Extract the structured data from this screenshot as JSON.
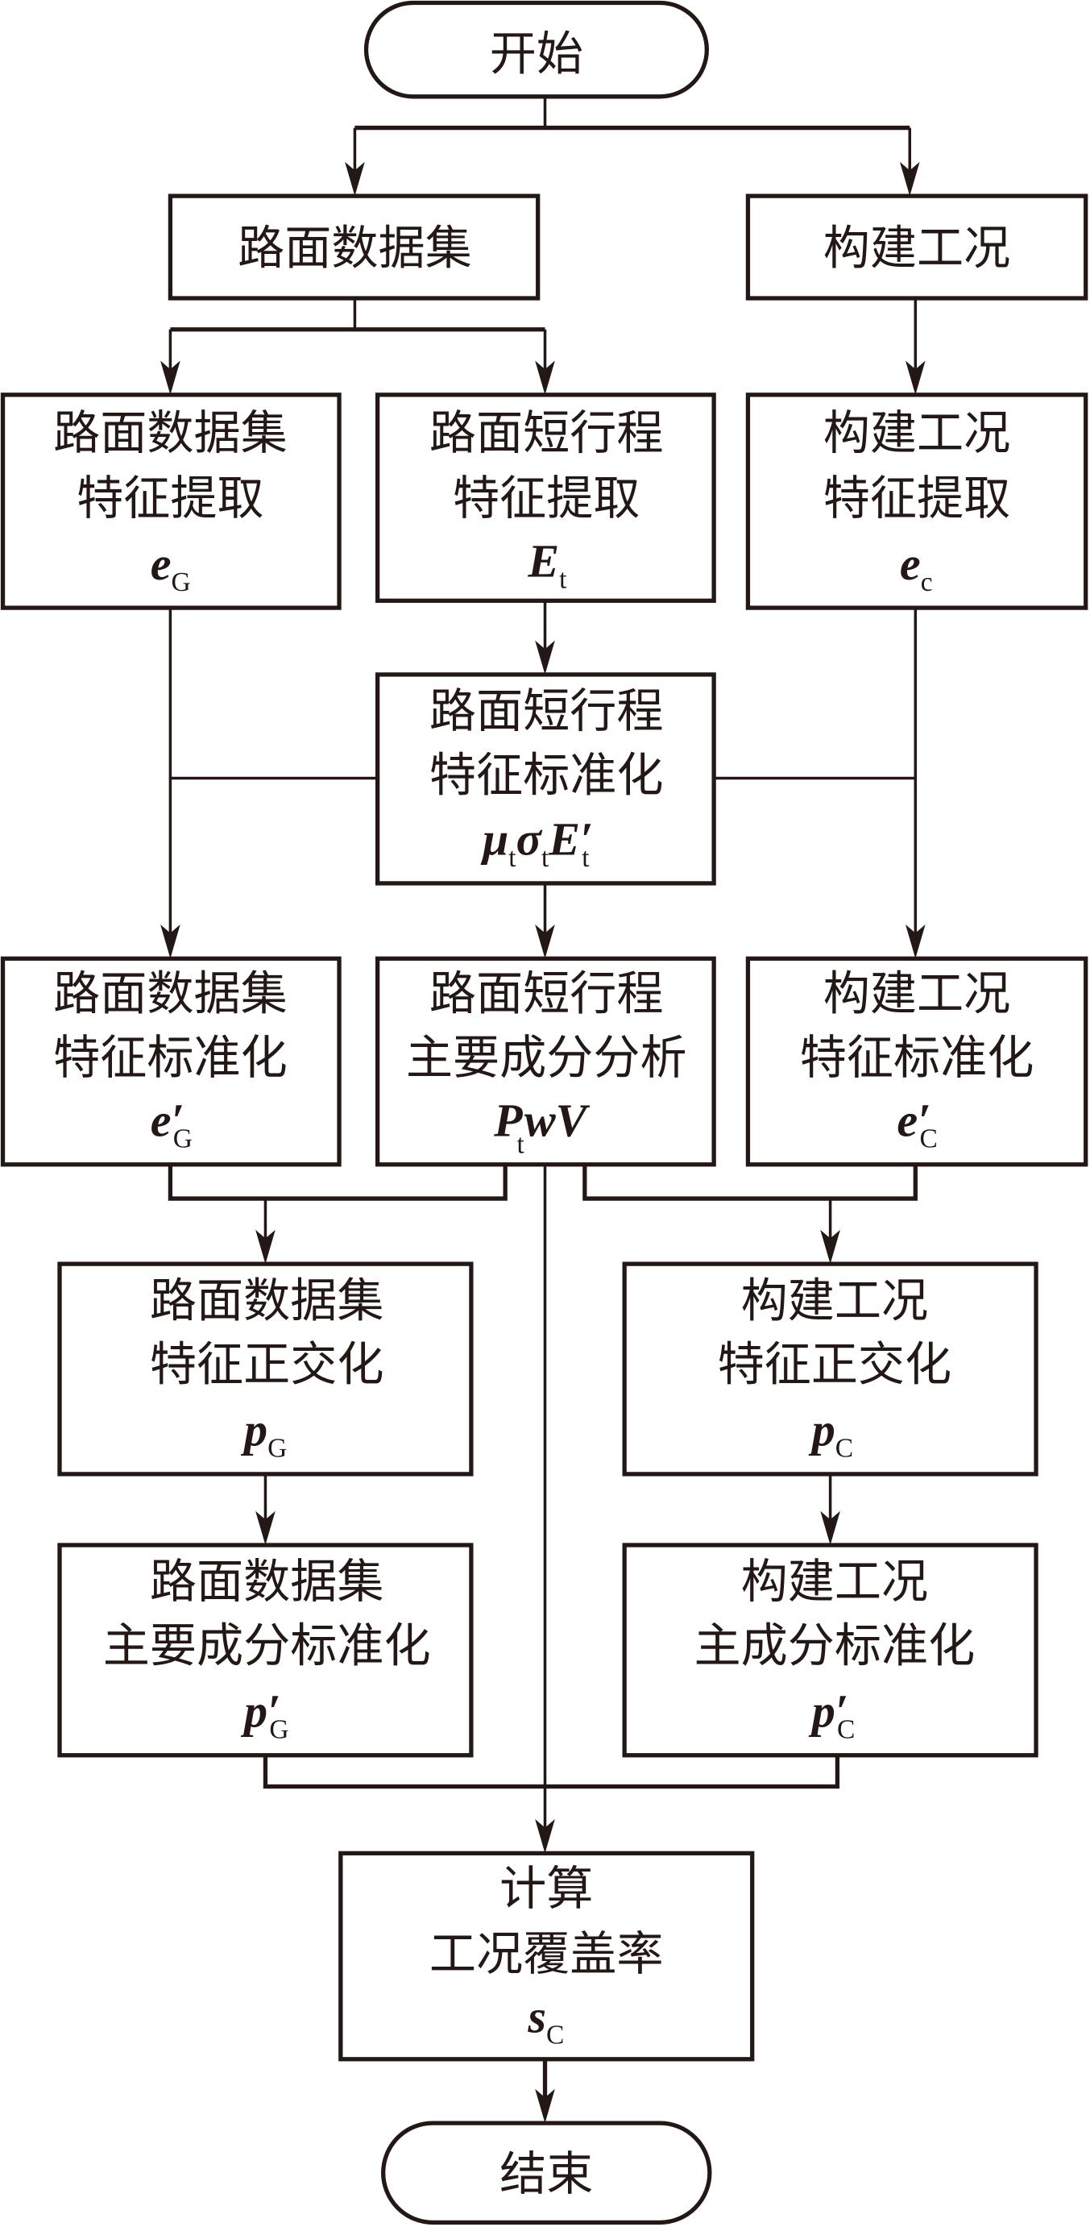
{
  "title": "工况覆盖率计算流程图",
  "nodes": {
    "start": {
      "label": "开始"
    },
    "road_dataset": {
      "label": "路面数据集"
    },
    "build_condition": {
      "label": "构建工况"
    },
    "road_feat_extract": {
      "lines": [
        "路面数据集",
        "特征提取"
      ],
      "sym": "e",
      "sub": "G",
      "prime": ""
    },
    "short_trip_extract": {
      "lines": [
        "路面短行程",
        "特征提取"
      ],
      "sym": "E",
      "sub": "t",
      "prime": ""
    },
    "cond_feat_extract": {
      "lines": [
        "构建工况",
        "特征提取"
      ],
      "sym": "e",
      "sub": "c",
      "prime": ""
    },
    "short_trip_std": {
      "lines": [
        "路面短行程",
        "特征标准化"
      ],
      "sym_parts": [
        {
          "s": "μ",
          "sub": "t"
        },
        {
          "s": "σ",
          "sub": "t"
        },
        {
          "s": "E′",
          "sub": "t"
        }
      ]
    },
    "road_feat_std": {
      "lines": [
        "路面数据集",
        "特征标准化"
      ],
      "sym": "e′",
      "sub": "G"
    },
    "short_trip_pca": {
      "lines": [
        "路面短行程",
        "主要成分分析"
      ],
      "sym_parts": [
        {
          "s": "P",
          "sub": "t"
        },
        {
          "s": "wV",
          "sub": ""
        }
      ]
    },
    "cond_feat_std": {
      "lines": [
        "构建工况",
        "特征标准化"
      ],
      "sym": "e′",
      "sub": "C"
    },
    "road_orth": {
      "lines": [
        "路面数据集",
        "特征正交化"
      ],
      "sym": "p",
      "sub": "G"
    },
    "cond_orth": {
      "lines": [
        "构建工况",
        "特征正交化"
      ],
      "sym": "p",
      "sub": "C"
    },
    "road_pc_std": {
      "lines": [
        "路面数据集",
        "主要成分标准化"
      ],
      "sym": "p′",
      "sub": "G"
    },
    "cond_pc_std": {
      "lines": [
        "构建工况",
        "主成分标准化"
      ],
      "sym": "p′",
      "sub": "C"
    },
    "calc_coverage": {
      "lines": [
        "计算",
        "工况覆盖率"
      ],
      "sym": "s",
      "sub": "C"
    },
    "end": {
      "label": "结束"
    }
  }
}
